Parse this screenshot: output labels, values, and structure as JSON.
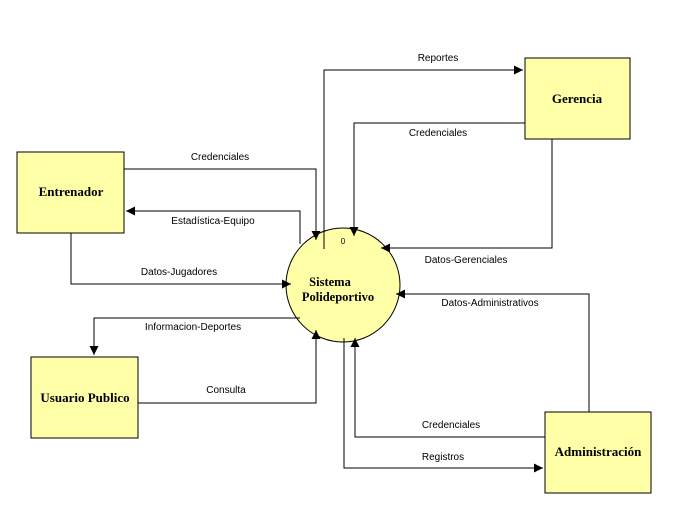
{
  "process": {
    "number": "0",
    "line1": "Sistema",
    "line2": "Polideportivo"
  },
  "entities": {
    "gerencia": "Gerencia",
    "entrenador": "Entrenador",
    "usuario_publico": "Usuario Publico",
    "administracion": "Administración"
  },
  "flows": {
    "reportes": "Reportes",
    "credenciales_gerencia": "Credenciales",
    "datos_gerenciales": "Datos-Gerenciales",
    "credenciales_entrenador": "Credenciales",
    "estadistica_equipo": "Estadística-Equipo",
    "datos_jugadores": "Datos-Jugadores",
    "informacion_deportes": "Informacion-Deportes",
    "consulta": "Consulta",
    "datos_administrativos": "Datos-Administrativos",
    "credenciales_admin": "Credenciales",
    "registros": "Registros"
  }
}
